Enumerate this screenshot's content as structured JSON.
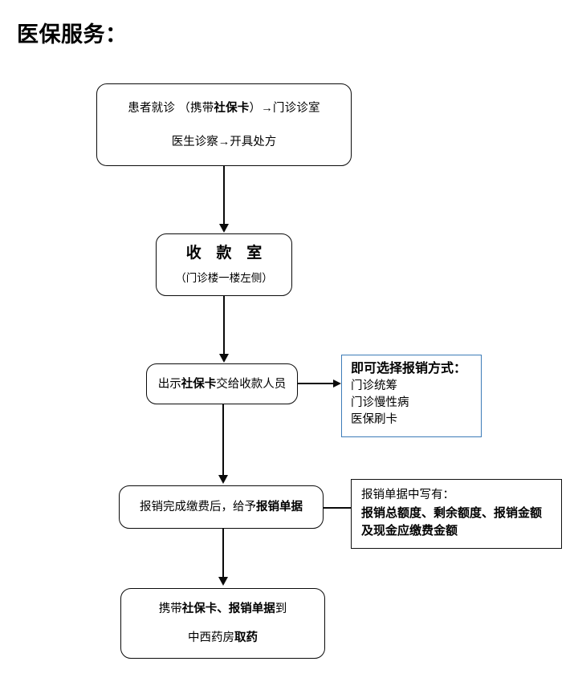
{
  "title": "医保服务：",
  "nodes": {
    "visit": {
      "line1_a": "患者就诊 （携带",
      "line1_b": "社保卡",
      "line1_c": "）→门诊诊室",
      "line2": "医生诊察→开具处方"
    },
    "cashier": {
      "title": "收 款 室",
      "subtitle": "（门诊楼一楼左侧）"
    },
    "show_card": {
      "text_a": "出示",
      "text_b": "社保卡",
      "text_c": "交给收款人员"
    },
    "receipt": {
      "text_a": "报销完成缴费后，给予",
      "text_b": "报销单据"
    },
    "pharmacy": {
      "line1_a": "携带",
      "line1_b": "社保卡、报销单据",
      "line1_c": "到",
      "line2_a": "中西药房",
      "line2_b": "取药"
    }
  },
  "notes": {
    "methods": {
      "heading": "即可选择报销方式：",
      "items": [
        "门诊统筹",
        "门诊慢性病",
        "医保刷卡"
      ],
      "border_color": "#3d7cb8"
    },
    "receipt_info": {
      "heading": "报销单据中写有：",
      "body_line1": "报销总额度、剩余额度、报销金额",
      "body_line2": "及现金应缴费金额",
      "border_color": "#111111"
    }
  }
}
